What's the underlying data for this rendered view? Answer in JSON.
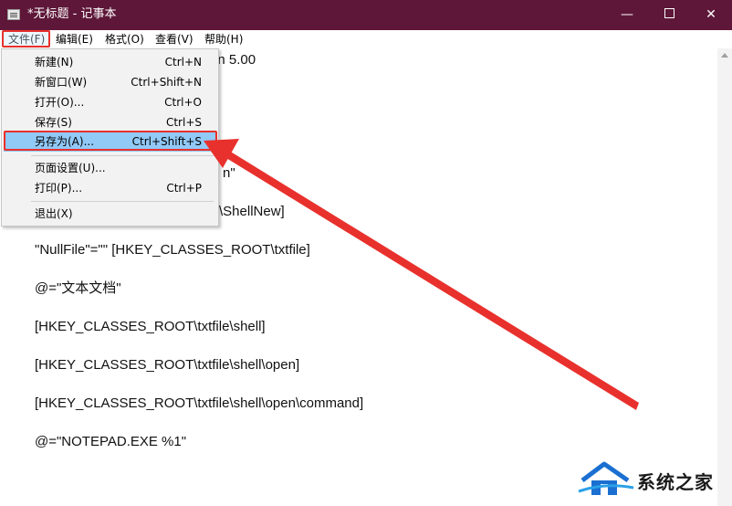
{
  "window": {
    "title": "*无标题 - 记事本",
    "minimize_glyph": "—",
    "close_glyph": "✕"
  },
  "menubar": {
    "file": "文件(F)",
    "edit": "编辑(E)",
    "format": "格式(O)",
    "view": "查看(V)",
    "help": "帮助(H)"
  },
  "file_menu": {
    "items": [
      {
        "label": "新建(N)",
        "shortcut": "Ctrl+N"
      },
      {
        "label": "新窗口(W)",
        "shortcut": "Ctrl+Shift+N"
      },
      {
        "label": "打开(O)...",
        "shortcut": "Ctrl+O"
      },
      {
        "label": "保存(S)",
        "shortcut": "Ctrl+S"
      },
      {
        "label": "另存为(A)...",
        "shortcut": "Ctrl+Shift+S"
      },
      {
        "label": "页面设置(U)...",
        "shortcut": ""
      },
      {
        "label": "打印(P)...",
        "shortcut": "Ctrl+P"
      },
      {
        "label": "退出(X)",
        "shortcut": ""
      }
    ]
  },
  "editor": {
    "visible_fragments": [
      "on 5.00",
      "]",
      "n\"",
      "\\ShellNew]"
    ],
    "lines": [
      "\"NullFile\"=\"\" [HKEY_CLASSES_ROOT\\txtfile]",
      "@=\"文本文档\"",
      "[HKEY_CLASSES_ROOT\\txtfile\\shell]",
      "[HKEY_CLASSES_ROOT\\txtfile\\shell\\open]",
      "[HKEY_CLASSES_ROOT\\txtfile\\shell\\open\\command]",
      "@=\"NOTEPAD.EXE %1\""
    ]
  },
  "watermark": {
    "text": "系统之家"
  },
  "colors": {
    "titlebar": "#5e1738",
    "highlight_border": "#e8312d",
    "selected_item": "#91c9f7"
  }
}
